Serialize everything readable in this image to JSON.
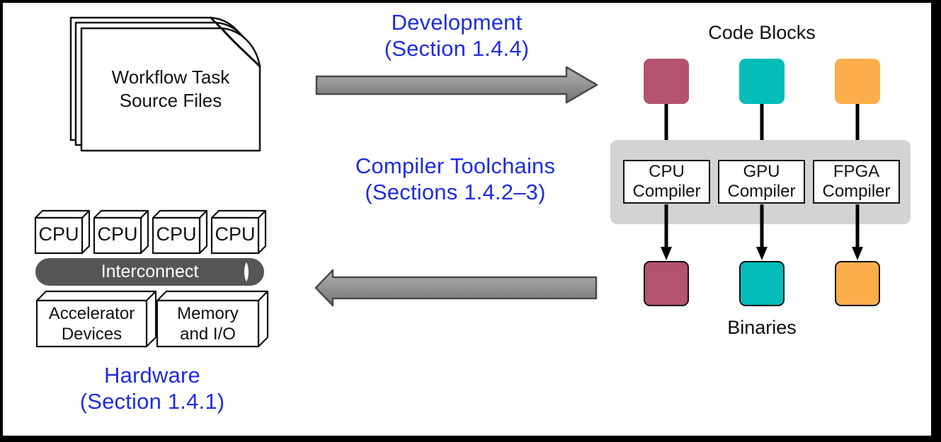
{
  "source_files": {
    "line1": "Workflow Task",
    "line2": "Source Files"
  },
  "flows": {
    "development": {
      "line1": "Development",
      "line2": "(Section 1.4.4)"
    },
    "compiler_toolchains": {
      "line1": "Compiler Toolchains",
      "line2": "(Sections 1.4.2–3)"
    }
  },
  "code_blocks": {
    "title": "Code Blocks"
  },
  "compilers": [
    {
      "line1": "CPU",
      "line2": "Compiler"
    },
    {
      "line1": "GPU",
      "line2": "Compiler"
    },
    {
      "line1": "FPGA",
      "line2": "Compiler"
    }
  ],
  "binaries": {
    "title": "Binaries"
  },
  "hardware": {
    "cpu_labels": [
      "CPU",
      "CPU",
      "CPU",
      "CPU"
    ],
    "interconnect": "Interconnect",
    "accelerator": {
      "line1": "Accelerator",
      "line2": "Devices"
    },
    "memory": {
      "line1": "Memory",
      "line2": "and I/O"
    },
    "caption": {
      "line1": "Hardware",
      "line2": "(Section 1.4.1)"
    }
  },
  "colors": {
    "blue_text": "#1d2de4",
    "panel_gray": "#d3d3d3",
    "block_maroon": "#b4536e",
    "block_teal": "#04bcba",
    "block_orange": "#fbae49",
    "interconnect_gray": "#565659",
    "arrow_gray": "#8f8f8f"
  }
}
